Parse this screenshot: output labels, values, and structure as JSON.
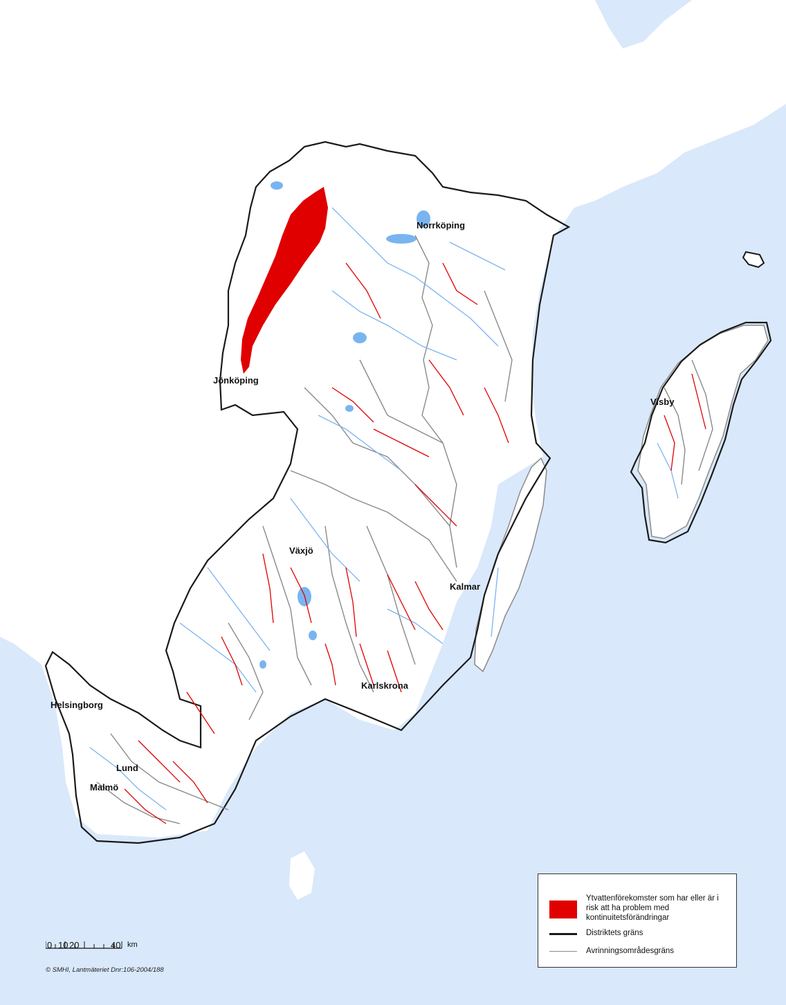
{
  "map": {
    "colors": {
      "sea": "#d9e8fb",
      "land": "#ffffff",
      "district_border": "#1a1a1a",
      "catchment_border": "#8a8a8a",
      "river": "#7ab4f0",
      "risk": "#e00000"
    },
    "cities": [
      "Norrköping",
      "Jönköping",
      "Visby",
      "Växjö",
      "Kalmar",
      "Karlskrona",
      "Helsingborg",
      "Lund",
      "Malmö"
    ]
  },
  "legend": {
    "risk_label": "Ytvattenförekomster som har eller är i risk att ha problem med kontinuitetsförändringar",
    "district_label": "Distriktets gräns",
    "catchment_label": "Avrinningsområdesgräns"
  },
  "scale": {
    "labels": [
      "0",
      "10",
      "20",
      "40",
      "km"
    ],
    "credit": "© SMHI, Lantmäteriet Dnr:106-2004/188"
  }
}
